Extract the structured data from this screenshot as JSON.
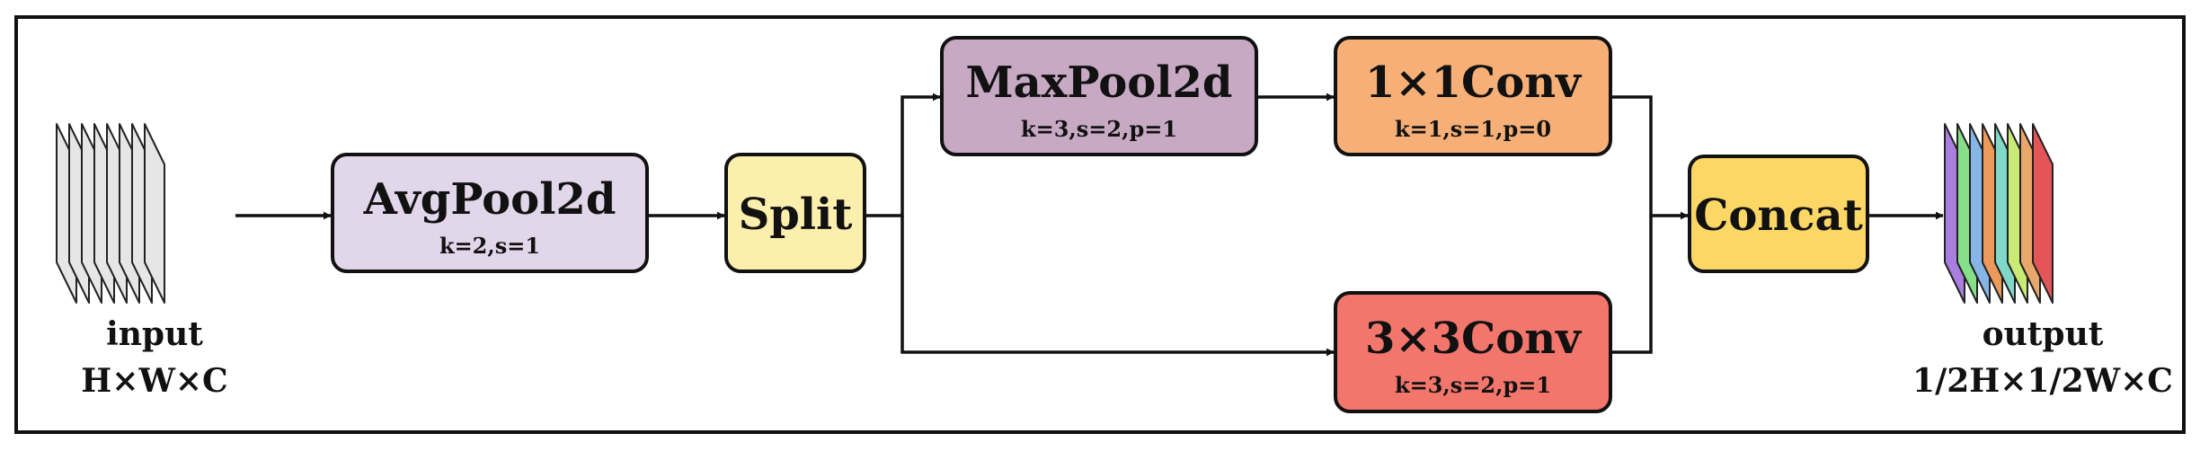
{
  "diagram": {
    "colors": {
      "avgpool": "#e2d6ea",
      "split": "#fcefad",
      "maxpool": "#c7a9c4",
      "conv1x1": "#f6b077",
      "conv3x3": "#f2766b",
      "concat": "#fdd765",
      "input_sheet": "#e6e6e6",
      "output_sheets": [
        "#a97ede",
        "#86e089",
        "#86b6e8",
        "#ec9a5a",
        "#7fd8c8",
        "#c9ea75",
        "#e9a86b",
        "#e4555a"
      ]
    },
    "input": {
      "label": "input",
      "shape": "H×W×C"
    },
    "output": {
      "label": "output",
      "shape": "1/2H×1/2W×C"
    },
    "blocks": {
      "avgpool": {
        "title": "AvgPool2d",
        "params": "k=2,s=1"
      },
      "split": {
        "title": "Split"
      },
      "maxpool": {
        "title": "MaxPool2d",
        "params": "k=3,s=2,p=1"
      },
      "conv1x1": {
        "title": "1×1Conv",
        "params": "k=1,s=1,p=0"
      },
      "conv3x3": {
        "title": "3×3Conv",
        "params": "k=3,s=2,p=1"
      },
      "concat": {
        "title": "Concat"
      }
    }
  }
}
